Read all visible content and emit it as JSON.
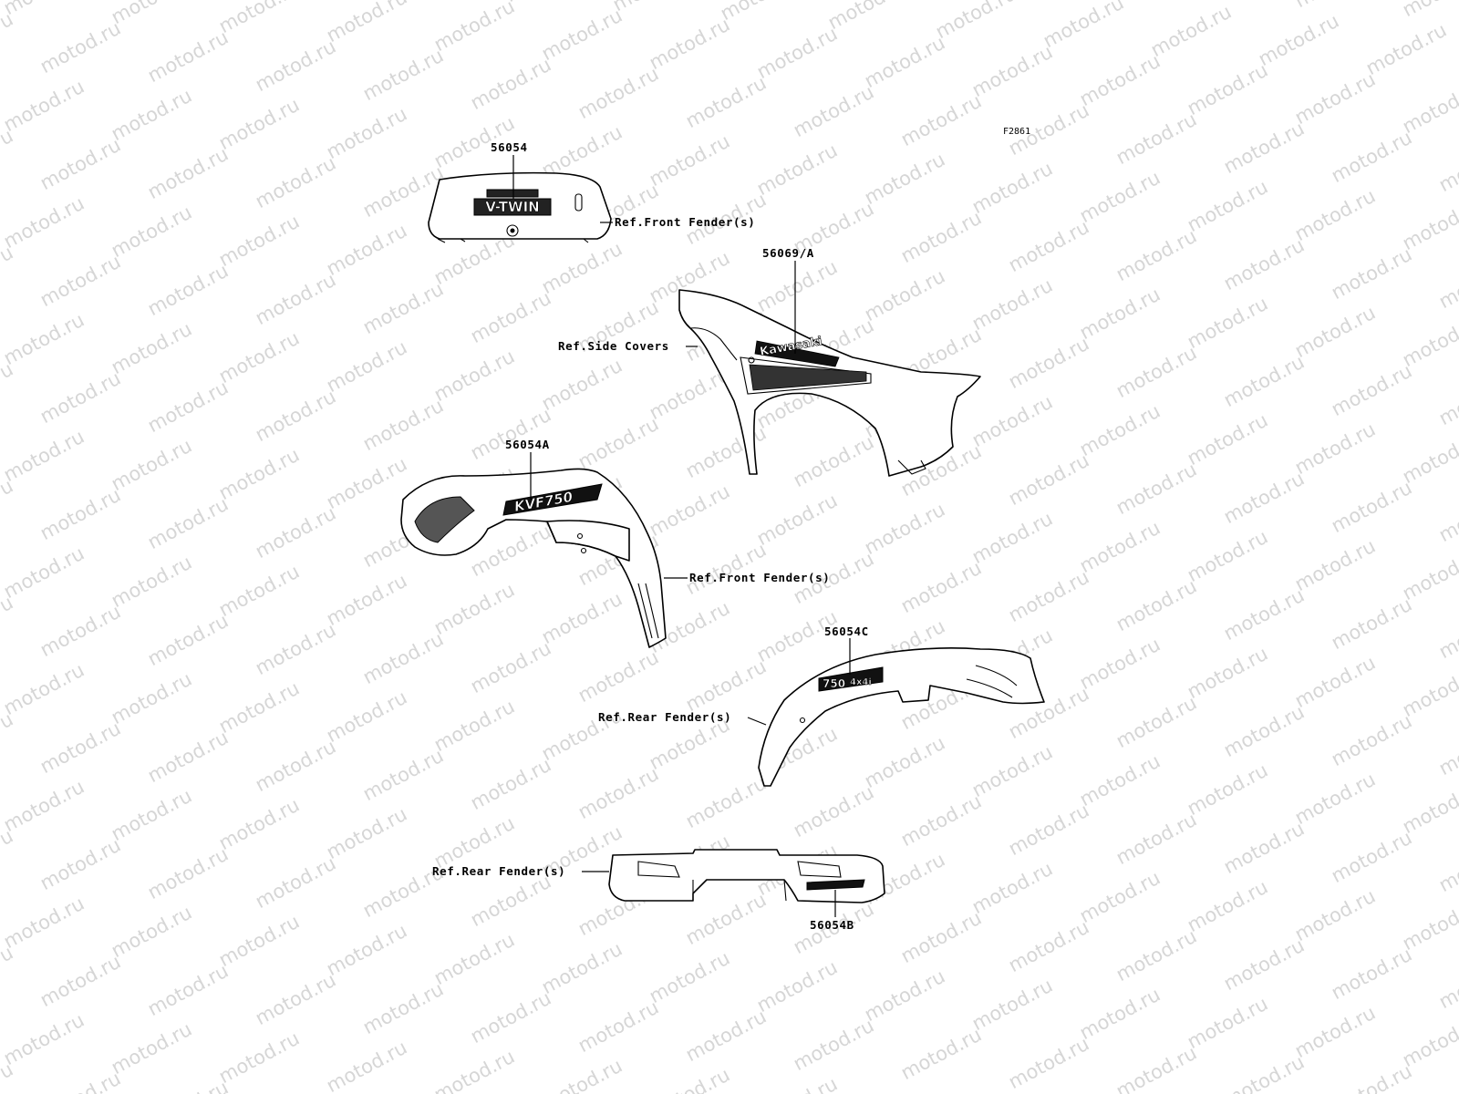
{
  "watermark_text": "motod.ru",
  "figure_code": "F2861",
  "parts": [
    {
      "number": "56054",
      "reference": "Ref.Front Fender(s)",
      "decal_text": [
        "V-TWIN"
      ]
    },
    {
      "number": "56069/A",
      "reference": "Ref.Side Covers",
      "decal_text": [
        "Kawasaki"
      ]
    },
    {
      "number": "56054A",
      "reference": "Ref.Front Fender(s)",
      "decal_text": [
        "KVF750"
      ]
    },
    {
      "number": "56054C",
      "reference": "Ref.Rear Fender(s)",
      "decal_text": [
        "750",
        "4x4i"
      ]
    },
    {
      "number": "56054B",
      "reference": "Ref.Rear Fender(s)",
      "decal_text": []
    }
  ]
}
